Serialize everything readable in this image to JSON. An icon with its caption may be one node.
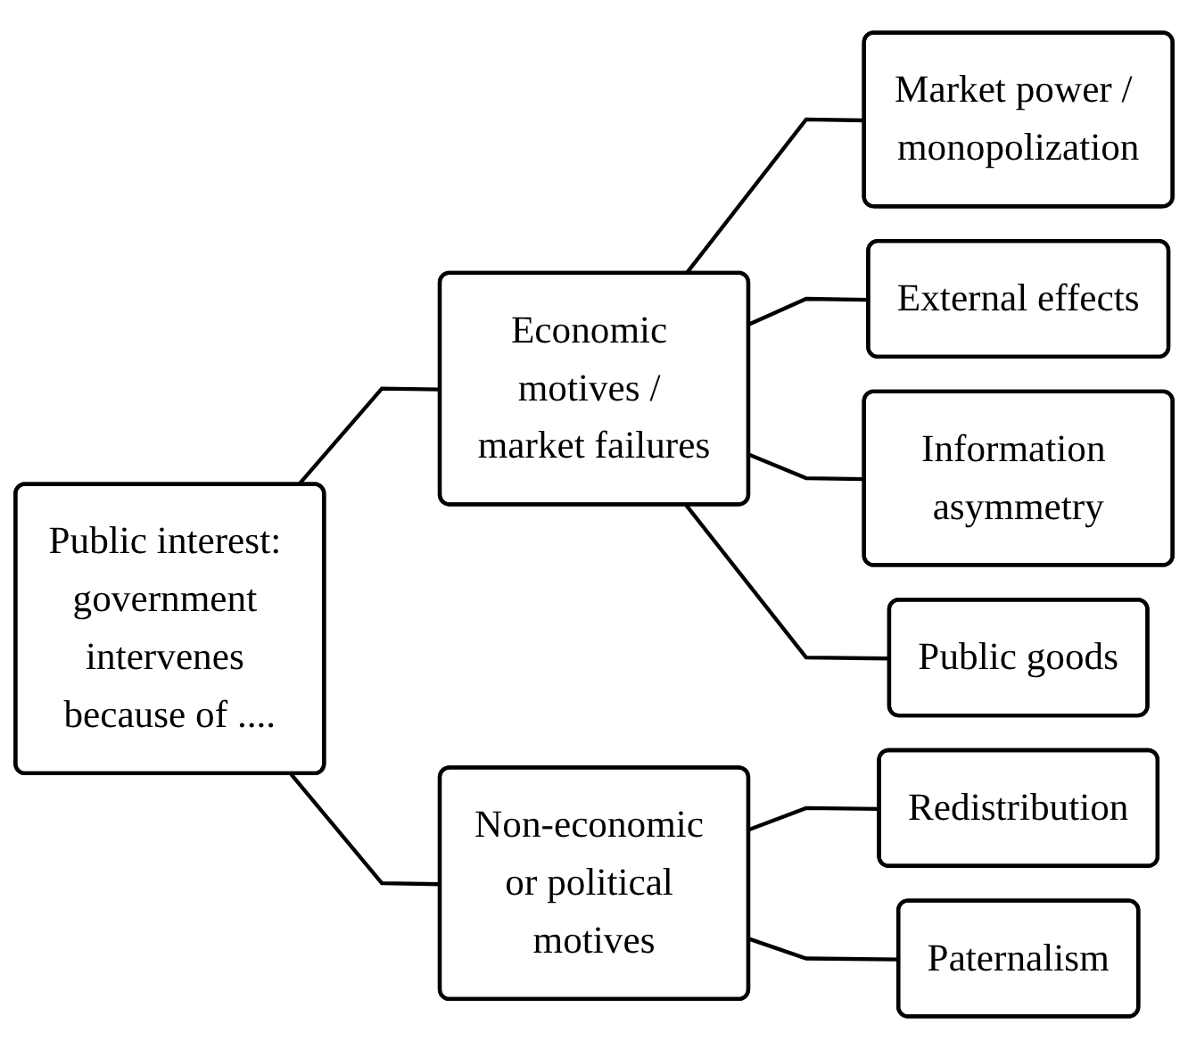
{
  "diagram": {
    "nodes": [
      {
        "text": [
          "Public interest: government intervenes because of ...."
        ]
      },
      {
        "text": [
          "Economic motives / market failures"
        ]
      },
      {
        "text": [
          "Non-economic or political motives"
        ]
      },
      {
        "text": [
          "Market power / monopolization"
        ]
      },
      {
        "text": [
          "External effects"
        ]
      },
      {
        "text": [
          "Information asymmetry"
        ]
      },
      {
        "text": [
          "Public goods"
        ]
      },
      {
        "text": [
          "Redistribution"
        ]
      },
      {
        "text": [
          "Paternalism"
        ]
      }
    ],
    "edges": [
      {
        "from": 0,
        "to": 1,
        "arrow": "none"
      },
      {
        "from": 0,
        "to": 2,
        "arrow": "none"
      },
      {
        "from": 1,
        "to": 3,
        "arrow": "none"
      },
      {
        "from": 1,
        "to": 4,
        "arrow": "none"
      },
      {
        "from": 1,
        "to": 5,
        "arrow": "none"
      },
      {
        "from": 1,
        "to": 6,
        "arrow": "none"
      },
      {
        "from": 2,
        "to": 7,
        "arrow": "none"
      },
      {
        "from": 2,
        "to": 8,
        "arrow": "none"
      }
    ]
  }
}
